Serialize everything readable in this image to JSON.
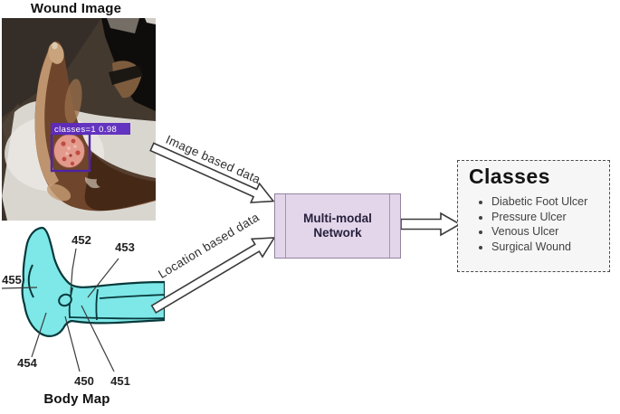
{
  "wound_panel": {
    "title": "Wound Image",
    "detection_label": "classes=1 0.98"
  },
  "body_map_panel": {
    "title": "Body Map",
    "labels": [
      "452",
      "453",
      "455",
      "454",
      "450",
      "451"
    ]
  },
  "flow": {
    "image_arrow_label": "Image based data",
    "location_arrow_label": "Location based data"
  },
  "network": {
    "line1": "Multi-modal",
    "line2": "Network"
  },
  "classes": {
    "title": "Classes",
    "items": [
      "Diabetic Foot Ulcer",
      "Pressure Ulcer",
      "Venous Ulcer",
      "Surgical Wound"
    ]
  },
  "colors": {
    "body_map_fill": "#7ee7e7",
    "body_map_outline": "#07393b",
    "network_fill": "#e3d6ea",
    "network_border": "#93839f",
    "detection_box": "#4f24a8",
    "detection_label_bg": "#5d2bbe",
    "classes_box_bg": "#f6f6f6",
    "arrow_fill": "#ffffff",
    "arrow_outline": "#3a3a3a"
  }
}
